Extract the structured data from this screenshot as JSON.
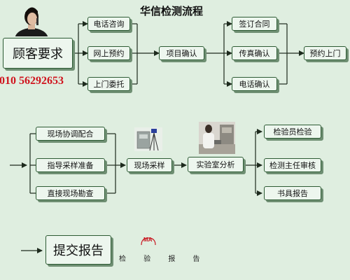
{
  "title": "华信检测流程",
  "phone": "010 56292653",
  "ma_mark": "MA",
  "stamp_label": "检 验 报 告",
  "colors": {
    "background": "#dfeee0",
    "box_fill": "#edf6ee",
    "box_border": "#2d5b34",
    "box_shadow": "#6f8f73",
    "line": "#1d2a1d",
    "phone": "#d0141e",
    "stamp": "#c8141e"
  },
  "nodes": {
    "customer": "顾客要求",
    "phone_consult": "电话咨询",
    "online_booking": "网上预约",
    "onsite_commission": "上门委托",
    "project_confirm": "项目确认",
    "sign_contract": "签订合同",
    "fax_confirm": "传真确认",
    "phone_confirm": "电话确认",
    "booking_visit": "预约上门",
    "site_coordinate": "现场协调配合",
    "guide_sampling": "指导采样准备",
    "direct_survey": "直接现场勘查",
    "site_sampling": "现场采样",
    "lab_analysis": "实验室分析",
    "inspector_check": "检验员检验",
    "director_review": "检测主任审核",
    "issue_report": "书具报告",
    "submit_report": "提交报告"
  }
}
